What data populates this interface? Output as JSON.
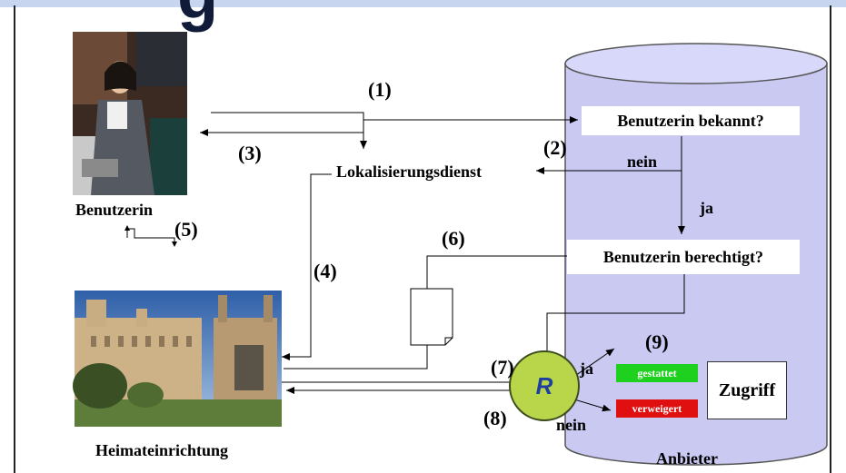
{
  "title_fragment": "g",
  "nodes": {
    "benutzerin": "Benutzerin",
    "heimateinrichtung": "Heimateinrichtung",
    "anbieter": "Anbieter",
    "lokalisierungsdienst": "Lokalisierungsdienst",
    "benutzerin_bekannt": "Benutzerin bekannt?",
    "benutzerin_berechtigt": "Benutzerin berechtigt?",
    "zugriff": "Zugriff",
    "gestattet": "gestattet",
    "verweigert": "verweigert",
    "r": "R"
  },
  "steps": [
    "(1)",
    "(2)",
    "(3)",
    "(4)",
    "(5)",
    "(6)",
    "(7)",
    "(8)",
    "(9)"
  ],
  "edge_labels": {
    "nein_top": "nein",
    "ja_mid": "ja",
    "ja_r": "ja",
    "nein_r": "nein"
  },
  "colors": {
    "cylinder": "#c9c9f2",
    "gestattet": "#1ed11e",
    "verweigert": "#e01010",
    "r_circle": "#b9d54a"
  }
}
